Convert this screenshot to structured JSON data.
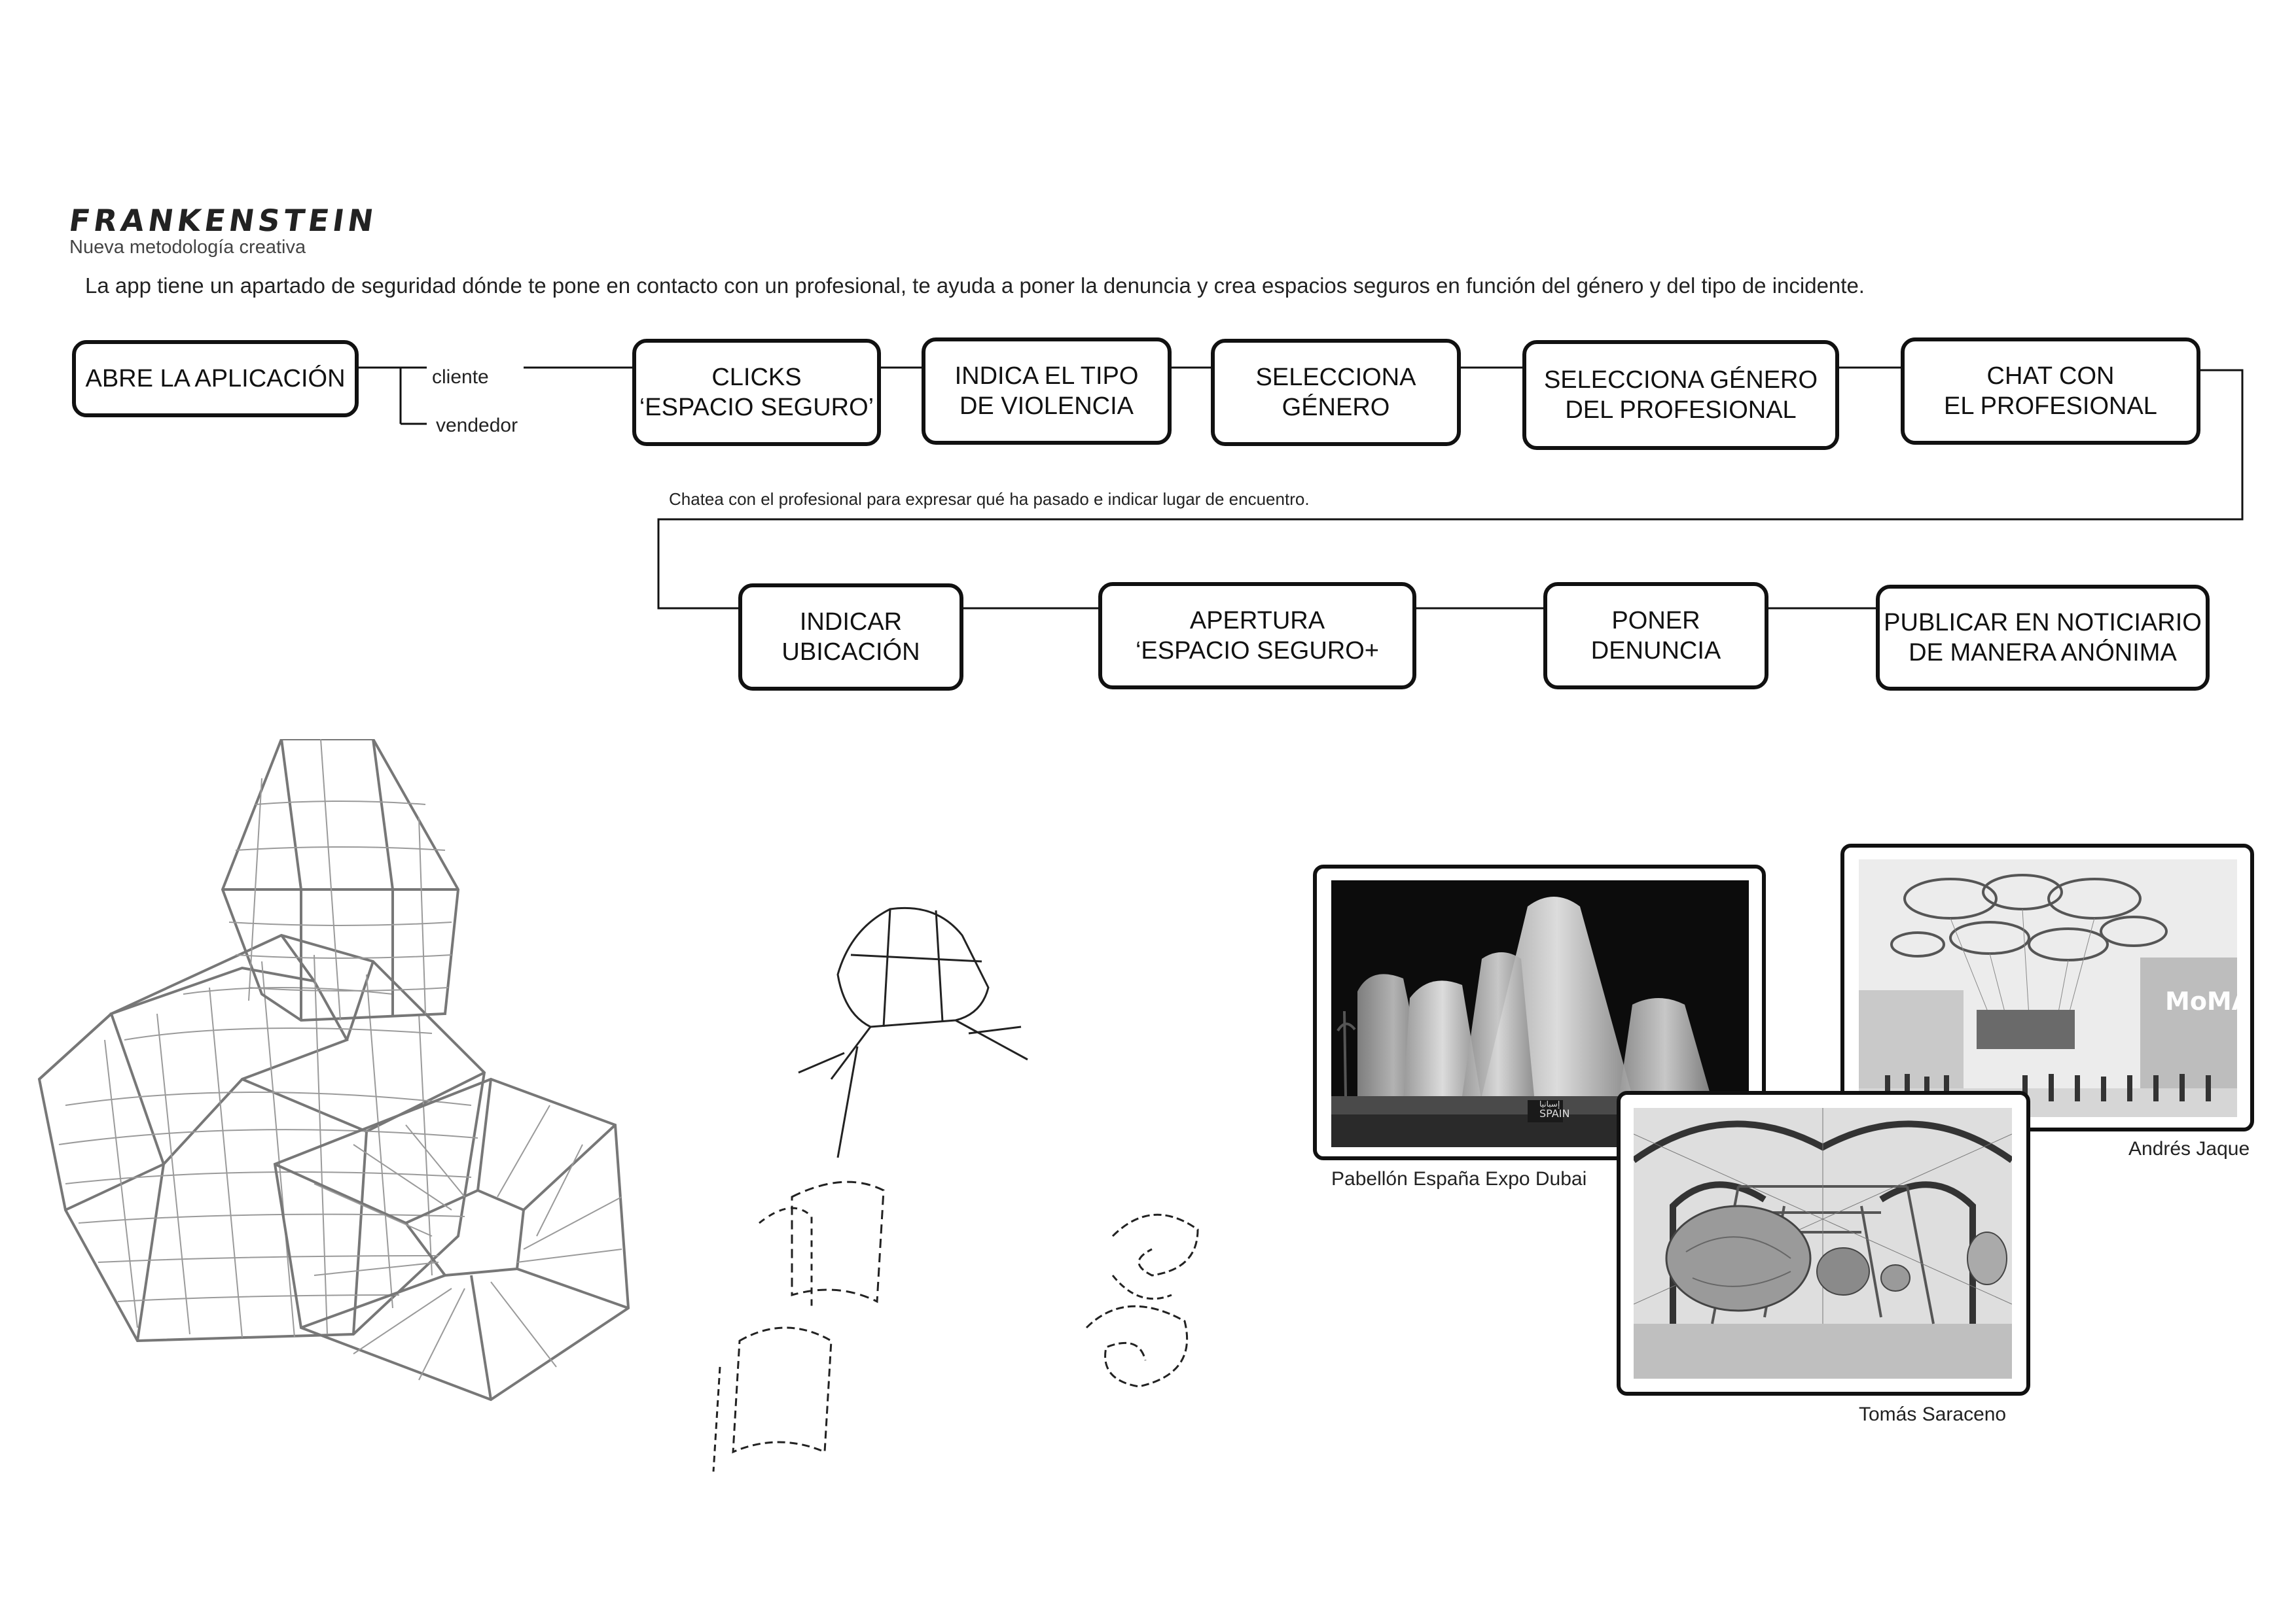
{
  "header": {
    "brand": "FRANKENSTEIN",
    "subtitle": "Nueva metodología creativa",
    "intro": "La app tiene un apartado de seguridad dónde  te pone en contacto con un profesional, te ayuda a poner la denuncia y crea espacios seguros en función del género y del tipo de incidente."
  },
  "flow": {
    "start": "ABRE LA APLICACIÓN",
    "branch_client": "cliente",
    "branch_vendor": "vendedor",
    "row1": [
      "CLICKS\n‘ESPACIO SEGURO’",
      "INDICA EL TIPO\nDE VIOLENCIA",
      "SELECCIONA\nGÉNERO",
      "SELECCIONA GÉNERO\nDEL PROFESIONAL",
      "CHAT CON\nEL PROFESIONAL"
    ],
    "connector_note": "Chatea con el profesional para expresar qué ha pasado e indicar lugar de encuentro.",
    "row2": [
      "INDICAR\nUBICACIÓN",
      "APERTURA\n‘ESPACIO SEGURO+",
      "PONER\nDENUNCIA",
      "PUBLICAR EN NOTICIARIO\nDE MANERA ANÓNIMA"
    ]
  },
  "references": [
    {
      "caption": "Pabellón España Expo Dubai",
      "sign": "SPAIN",
      "sign_arabic": "إسبانيا"
    },
    {
      "caption": "Andrés Jaque",
      "sign": "MoMA"
    },
    {
      "caption": "Tomás Saraceno"
    }
  ]
}
